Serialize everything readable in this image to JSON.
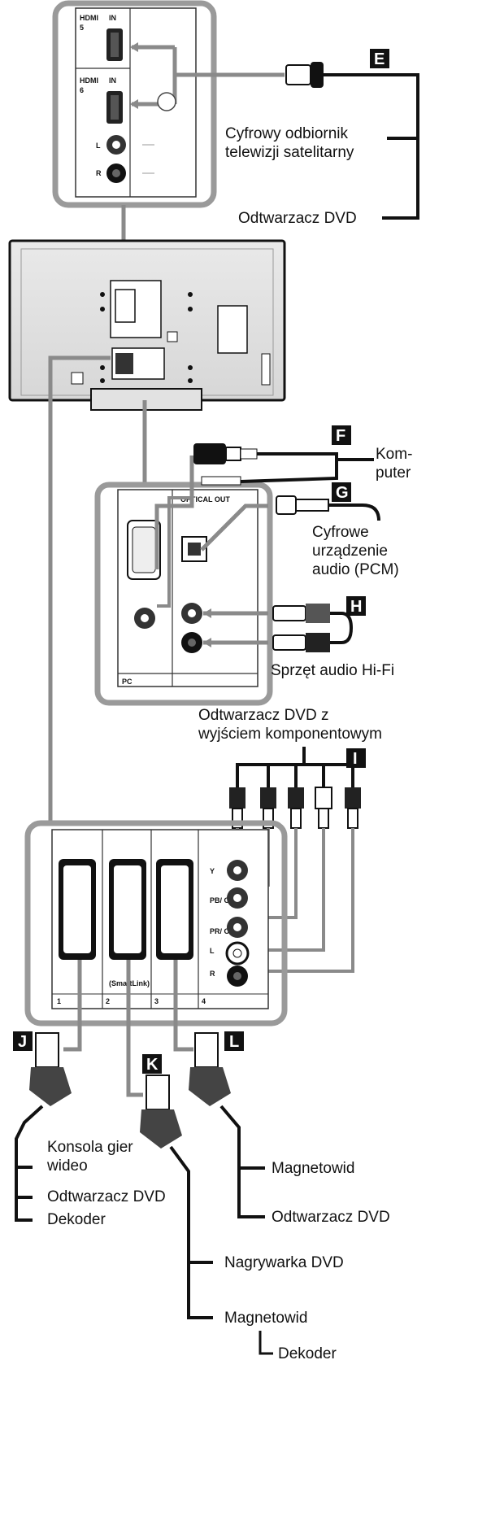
{
  "panel_top": {
    "hdmi_logo": "HDMI",
    "hdmi_in": "IN",
    "port5": "5",
    "port6": "6",
    "audio_l": "L",
    "audio_r": "R"
  },
  "pc_panel": {
    "optical_out": "OPTICAL OUT",
    "pc_label": "PC"
  },
  "scart_panel": {
    "y": "Y",
    "pb": "PB/\nCB",
    "pr": "PR/\nCR",
    "l": "L",
    "r": "R",
    "slot1": "1",
    "slot2": "2",
    "slot3": "3",
    "slot4": "4",
    "smartlink": "(SmartLink)"
  },
  "badges": {
    "E": "E",
    "F": "F",
    "G": "G",
    "H": "H",
    "I": "I",
    "J": "J",
    "K": "K",
    "L": "L"
  },
  "labels": {
    "sat_receiver_1": "Cyfrowy odbiornik",
    "sat_receiver_2": "telewizji satelitarny",
    "dvd_player_top": "Odtwarzacz DVD",
    "komputer_1": "Kom-",
    "komputer_2": "puter",
    "digital_audio_1": "Cyfrowe",
    "digital_audio_2": "urządzenie",
    "digital_audio_3": "audio (PCM)",
    "hifi": "Sprzęt audio Hi-Fi",
    "component_1": "Odtwarzacz DVD z",
    "component_2": "wyjściem komponentowym",
    "console_1": "Konsola gier",
    "console_2": "wideo",
    "dvd_j": "Odtwarzacz DVD",
    "decoder_j": "Dekoder",
    "vcr_l": "Magnetowid",
    "dvd_l": "Odtwarzacz DVD",
    "dvd_recorder_k": "Nagrywarka DVD",
    "vcr_k": "Magnetowid",
    "decoder_k": "Dekoder"
  }
}
